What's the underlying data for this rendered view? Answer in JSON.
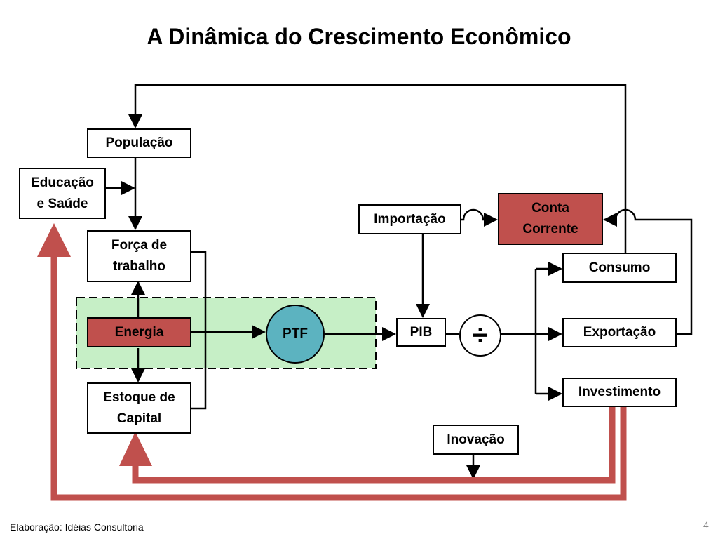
{
  "slide": {
    "title": "A Dinâmica do Crescimento Econômico",
    "footer": "Elaboração: Idéias Consultoria",
    "page_number": "4"
  },
  "nodes": {
    "populacao": "População",
    "educacao": "Educação\ne Saúde",
    "forca_trabalho": "Força de\ntrabalho",
    "energia": "Energia",
    "estoque_capital": "Estoque de\nCapital",
    "ptf": "PTF",
    "pib": "PIB",
    "divide_symbol": "÷",
    "importacao": "Importação",
    "conta_corrente": "Conta\nCorrente",
    "consumo": "Consumo",
    "exportacao": "Exportação",
    "investimento": "Investimento",
    "inovacao": "Inovação"
  },
  "colors": {
    "highlight_red": "#c0504d",
    "ptf_teal": "#5cb3c0",
    "group_green": "#c6efc6",
    "feedback_red": "#c0504d"
  }
}
